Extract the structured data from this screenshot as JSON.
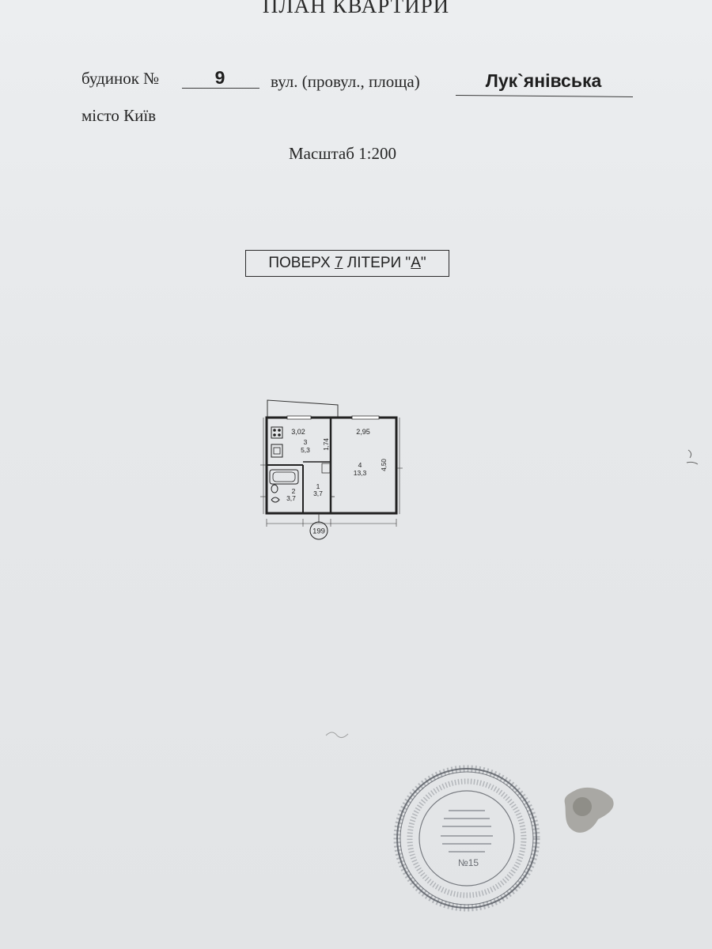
{
  "document": {
    "title": "ПЛАН КВАРТИРИ",
    "house_label": "будинок №",
    "house_number": "9",
    "street_label": "вул. (провул., площа)",
    "street_name": "Лук`янівська",
    "city": "місто Київ",
    "scale": "Масштаб 1:200"
  },
  "floor": {
    "prefix": "ПОВЕРХ ",
    "number": "7",
    "middle": " ЛІТЕРИ \"",
    "letter": "А",
    "suffix": "\""
  },
  "plan": {
    "dimensions": [
      "3,02",
      "2,95",
      "1,74",
      "4,50"
    ],
    "rooms": [
      {
        "number": "1",
        "area": "3,7"
      },
      {
        "number": "2",
        "area": "3,7"
      },
      {
        "number": "3",
        "area": "5,3"
      },
      {
        "number": "4",
        "area": "13,3"
      }
    ],
    "apartment_number": "199"
  },
  "stamp": {
    "number": "№15"
  }
}
